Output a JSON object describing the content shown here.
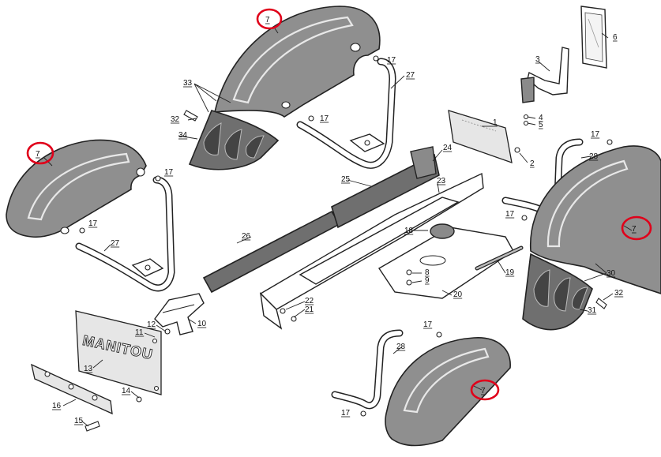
{
  "plate_logo": "MANITOU",
  "highlight_color": "#e0001a",
  "callouts": [
    {
      "id": "c7a",
      "label": "7",
      "underline": true,
      "highlighted": true
    },
    {
      "id": "c7b",
      "label": "7",
      "underline": true,
      "highlighted": true
    },
    {
      "id": "c7c",
      "label": "7",
      "underline": true,
      "highlighted": true
    },
    {
      "id": "c7d",
      "label": "7",
      "underline": true,
      "highlighted": true
    },
    {
      "id": "c17a",
      "label": "17",
      "underline": true
    },
    {
      "id": "c17b",
      "label": "17",
      "underline": true
    },
    {
      "id": "c17c",
      "label": "17",
      "underline": true
    },
    {
      "id": "c17d",
      "label": "17",
      "underline": true
    },
    {
      "id": "c17e",
      "label": "17",
      "underline": true
    },
    {
      "id": "c17f",
      "label": "17",
      "underline": true
    },
    {
      "id": "c17g",
      "label": "17",
      "underline": true
    },
    {
      "id": "c17h",
      "label": "17",
      "underline": true
    },
    {
      "id": "c27a",
      "label": "27",
      "underline": true
    },
    {
      "id": "c27b",
      "label": "27",
      "underline": true
    },
    {
      "id": "c33",
      "label": "33",
      "underline": true
    },
    {
      "id": "c32a",
      "label": "32",
      "underline": true
    },
    {
      "id": "c32b",
      "label": "32",
      "underline": true
    },
    {
      "id": "c34",
      "label": "34",
      "underline": true
    },
    {
      "id": "c6",
      "label": "6",
      "underline": true
    },
    {
      "id": "c3",
      "label": "3",
      "underline": true
    },
    {
      "id": "c4",
      "label": "4",
      "underline": true
    },
    {
      "id": "c5",
      "label": "5",
      "underline": true
    },
    {
      "id": "c1",
      "label": "1",
      "underline": true
    },
    {
      "id": "c2",
      "label": "2",
      "underline": true
    },
    {
      "id": "c24",
      "label": "24",
      "underline": true
    },
    {
      "id": "c25",
      "label": "25",
      "underline": true
    },
    {
      "id": "c23",
      "label": "23",
      "underline": true
    },
    {
      "id": "c26",
      "label": "26",
      "underline": true
    },
    {
      "id": "c18",
      "label": "18",
      "underline": true
    },
    {
      "id": "c8",
      "label": "8",
      "underline": true
    },
    {
      "id": "c9",
      "label": "9",
      "underline": true
    },
    {
      "id": "c19",
      "label": "19",
      "underline": true
    },
    {
      "id": "c20",
      "label": "20",
      "underline": true
    },
    {
      "id": "c22",
      "label": "22",
      "underline": true
    },
    {
      "id": "c21",
      "label": "21",
      "underline": true
    },
    {
      "id": "c28a",
      "label": "28",
      "underline": true
    },
    {
      "id": "c28b",
      "label": "28",
      "underline": true
    },
    {
      "id": "c30",
      "label": "30",
      "underline": true
    },
    {
      "id": "c31",
      "label": "31",
      "underline": true
    },
    {
      "id": "c10",
      "label": "10",
      "underline": true
    },
    {
      "id": "c11",
      "label": "11",
      "underline": true
    },
    {
      "id": "c12",
      "label": "12",
      "underline": true
    },
    {
      "id": "c13",
      "label": "13",
      "underline": true
    },
    {
      "id": "c14",
      "label": "14",
      "underline": true
    },
    {
      "id": "c15",
      "label": "15",
      "underline": true
    },
    {
      "id": "c16",
      "label": "16",
      "underline": true
    }
  ]
}
